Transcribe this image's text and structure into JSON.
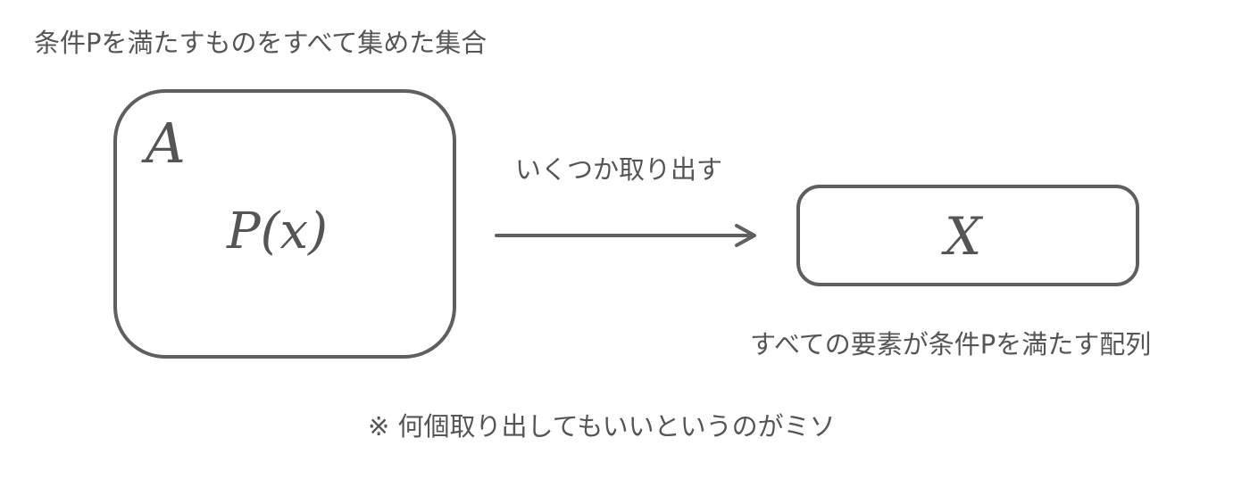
{
  "captions": {
    "top": "条件Pを満たすものをすべて集めた集合",
    "arrow": "いくつか取り出す",
    "right": "すべての要素が条件Pを満たす配列",
    "footnote": "※ 何個取り出してもいいというのがミソ"
  },
  "set_a": {
    "name": "A",
    "predicate": "P(x)"
  },
  "set_x": {
    "name": "X"
  },
  "colors": {
    "stroke": "#5f5f5f",
    "text": "#555555",
    "background": "#ffffff"
  }
}
